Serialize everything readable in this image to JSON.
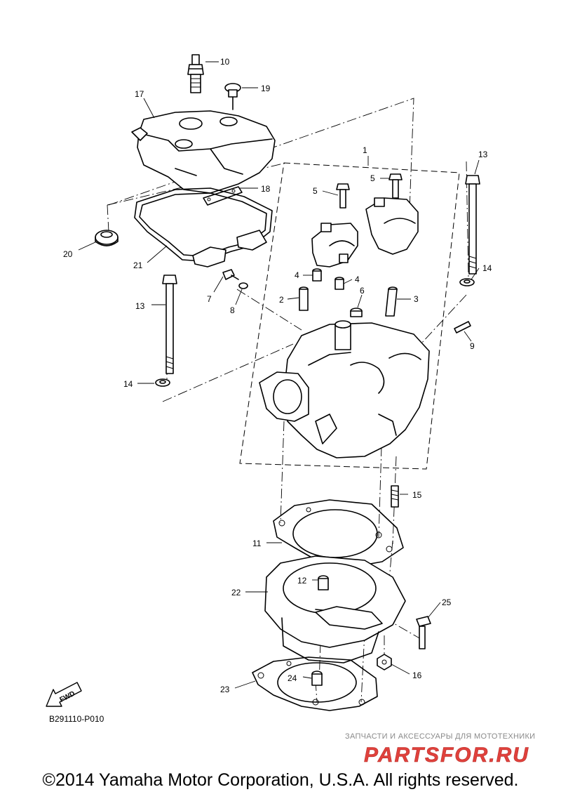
{
  "diagram": {
    "callouts": [
      {
        "id": "10",
        "text": "10"
      },
      {
        "id": "17",
        "text": "17"
      },
      {
        "id": "19",
        "text": "19"
      },
      {
        "id": "18",
        "text": "18"
      },
      {
        "id": "1",
        "text": "1"
      },
      {
        "id": "13a",
        "text": "13"
      },
      {
        "id": "5a",
        "text": "5"
      },
      {
        "id": "5b",
        "text": "5"
      },
      {
        "id": "20",
        "text": "20"
      },
      {
        "id": "21",
        "text": "21"
      },
      {
        "id": "14a",
        "text": "14"
      },
      {
        "id": "4a",
        "text": "4"
      },
      {
        "id": "4b",
        "text": "4"
      },
      {
        "id": "13b",
        "text": "13"
      },
      {
        "id": "7",
        "text": "7"
      },
      {
        "id": "8",
        "text": "8"
      },
      {
        "id": "6",
        "text": "6"
      },
      {
        "id": "2",
        "text": "2"
      },
      {
        "id": "3",
        "text": "3"
      },
      {
        "id": "9",
        "text": "9"
      },
      {
        "id": "14b",
        "text": "14"
      },
      {
        "id": "15",
        "text": "15"
      },
      {
        "id": "11",
        "text": "11"
      },
      {
        "id": "12",
        "text": "12"
      },
      {
        "id": "22",
        "text": "22"
      },
      {
        "id": "25",
        "text": "25"
      },
      {
        "id": "16",
        "text": "16"
      },
      {
        "id": "23",
        "text": "23"
      },
      {
        "id": "24",
        "text": "24"
      }
    ],
    "fwd_label": "FWD",
    "diagram_code": "B291110-P010"
  },
  "watermark": {
    "tagline": "ЗАПЧАСТИ И АКСЕССУАРЫ ДЛЯ МОТОТЕХНИКИ",
    "logo_text": "PARTSFOR.RU",
    "logo_color": "#e0413c"
  },
  "footer": {
    "copyright": "©2014 Yamaha Motor Corporation, U.S.A. All rights reserved."
  }
}
